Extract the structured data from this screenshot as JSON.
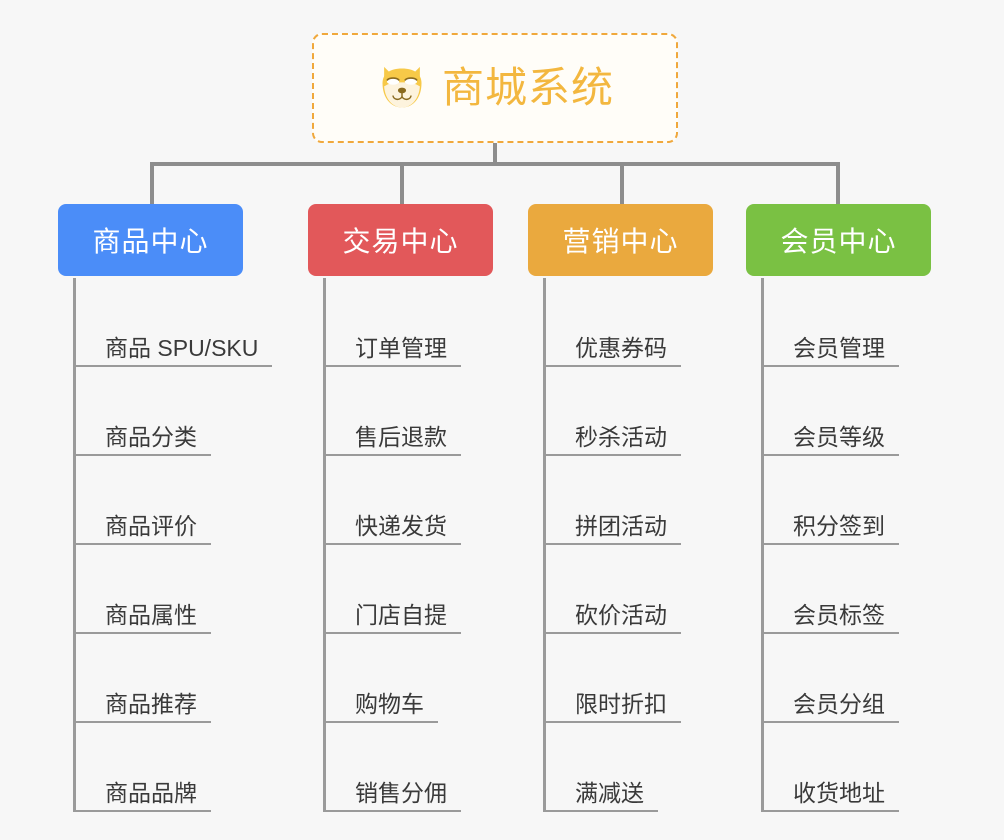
{
  "diagram": {
    "type": "mind-map",
    "background_color": "#f7f7f7",
    "root": {
      "title": "商城系统",
      "icon": "shiba-dog-face-icon",
      "text_color": "#f3b73f",
      "border_color": "#f0a83c",
      "background_color": "#fffdf8"
    },
    "connector_color": "#8d8d8d",
    "leaf_line_color": "#9a9a9a",
    "leaf_text_color": "#3a3a3a",
    "branches": [
      {
        "label": "商品中心",
        "color": "#4b8df8",
        "items": [
          "商品 SPU/SKU",
          "商品分类",
          "商品评价",
          "商品属性",
          "商品推荐",
          "商品品牌"
        ]
      },
      {
        "label": "交易中心",
        "color": "#e2585a",
        "items": [
          "订单管理",
          "售后退款",
          "快递发货",
          "门店自提",
          "购物车",
          "销售分佣"
        ]
      },
      {
        "label": "营销中心",
        "color": "#eaa93e",
        "items": [
          "优惠券码",
          "秒杀活动",
          "拼团活动",
          "砍价活动",
          "限时折扣",
          "满减送"
        ]
      },
      {
        "label": "会员中心",
        "color": "#7ac143",
        "items": [
          "会员管理",
          "会员等级",
          "积分签到",
          "会员标签",
          "会员分组",
          "收货地址"
        ]
      }
    ]
  }
}
